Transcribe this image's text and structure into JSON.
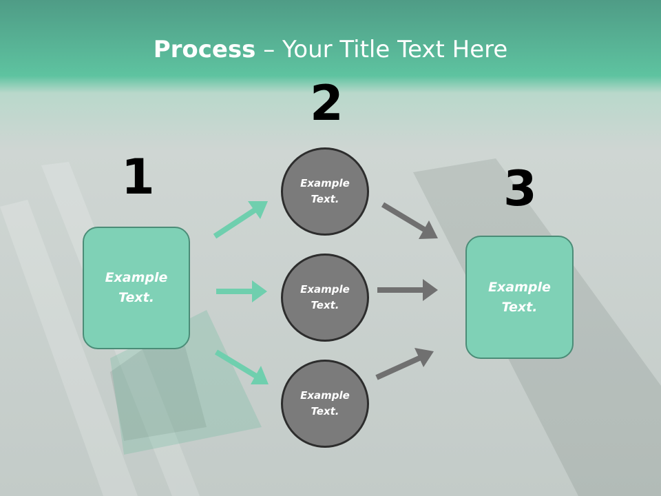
{
  "title": {
    "bold": "Process",
    "rest": " – Your Title Text Here"
  },
  "steps": [
    {
      "number": "1",
      "text": "Example Text."
    },
    {
      "number": "2",
      "items": [
        "Example Text.",
        "Example Text.",
        "Example Text."
      ]
    },
    {
      "number": "3",
      "text": "Example Text."
    }
  ],
  "colors": {
    "header": "#5ec3a0",
    "box_fill": "#7fd1b6",
    "circle_fill": "#7b7b7b",
    "arrow_green": "#6fcfae",
    "arrow_gray": "#707070"
  }
}
